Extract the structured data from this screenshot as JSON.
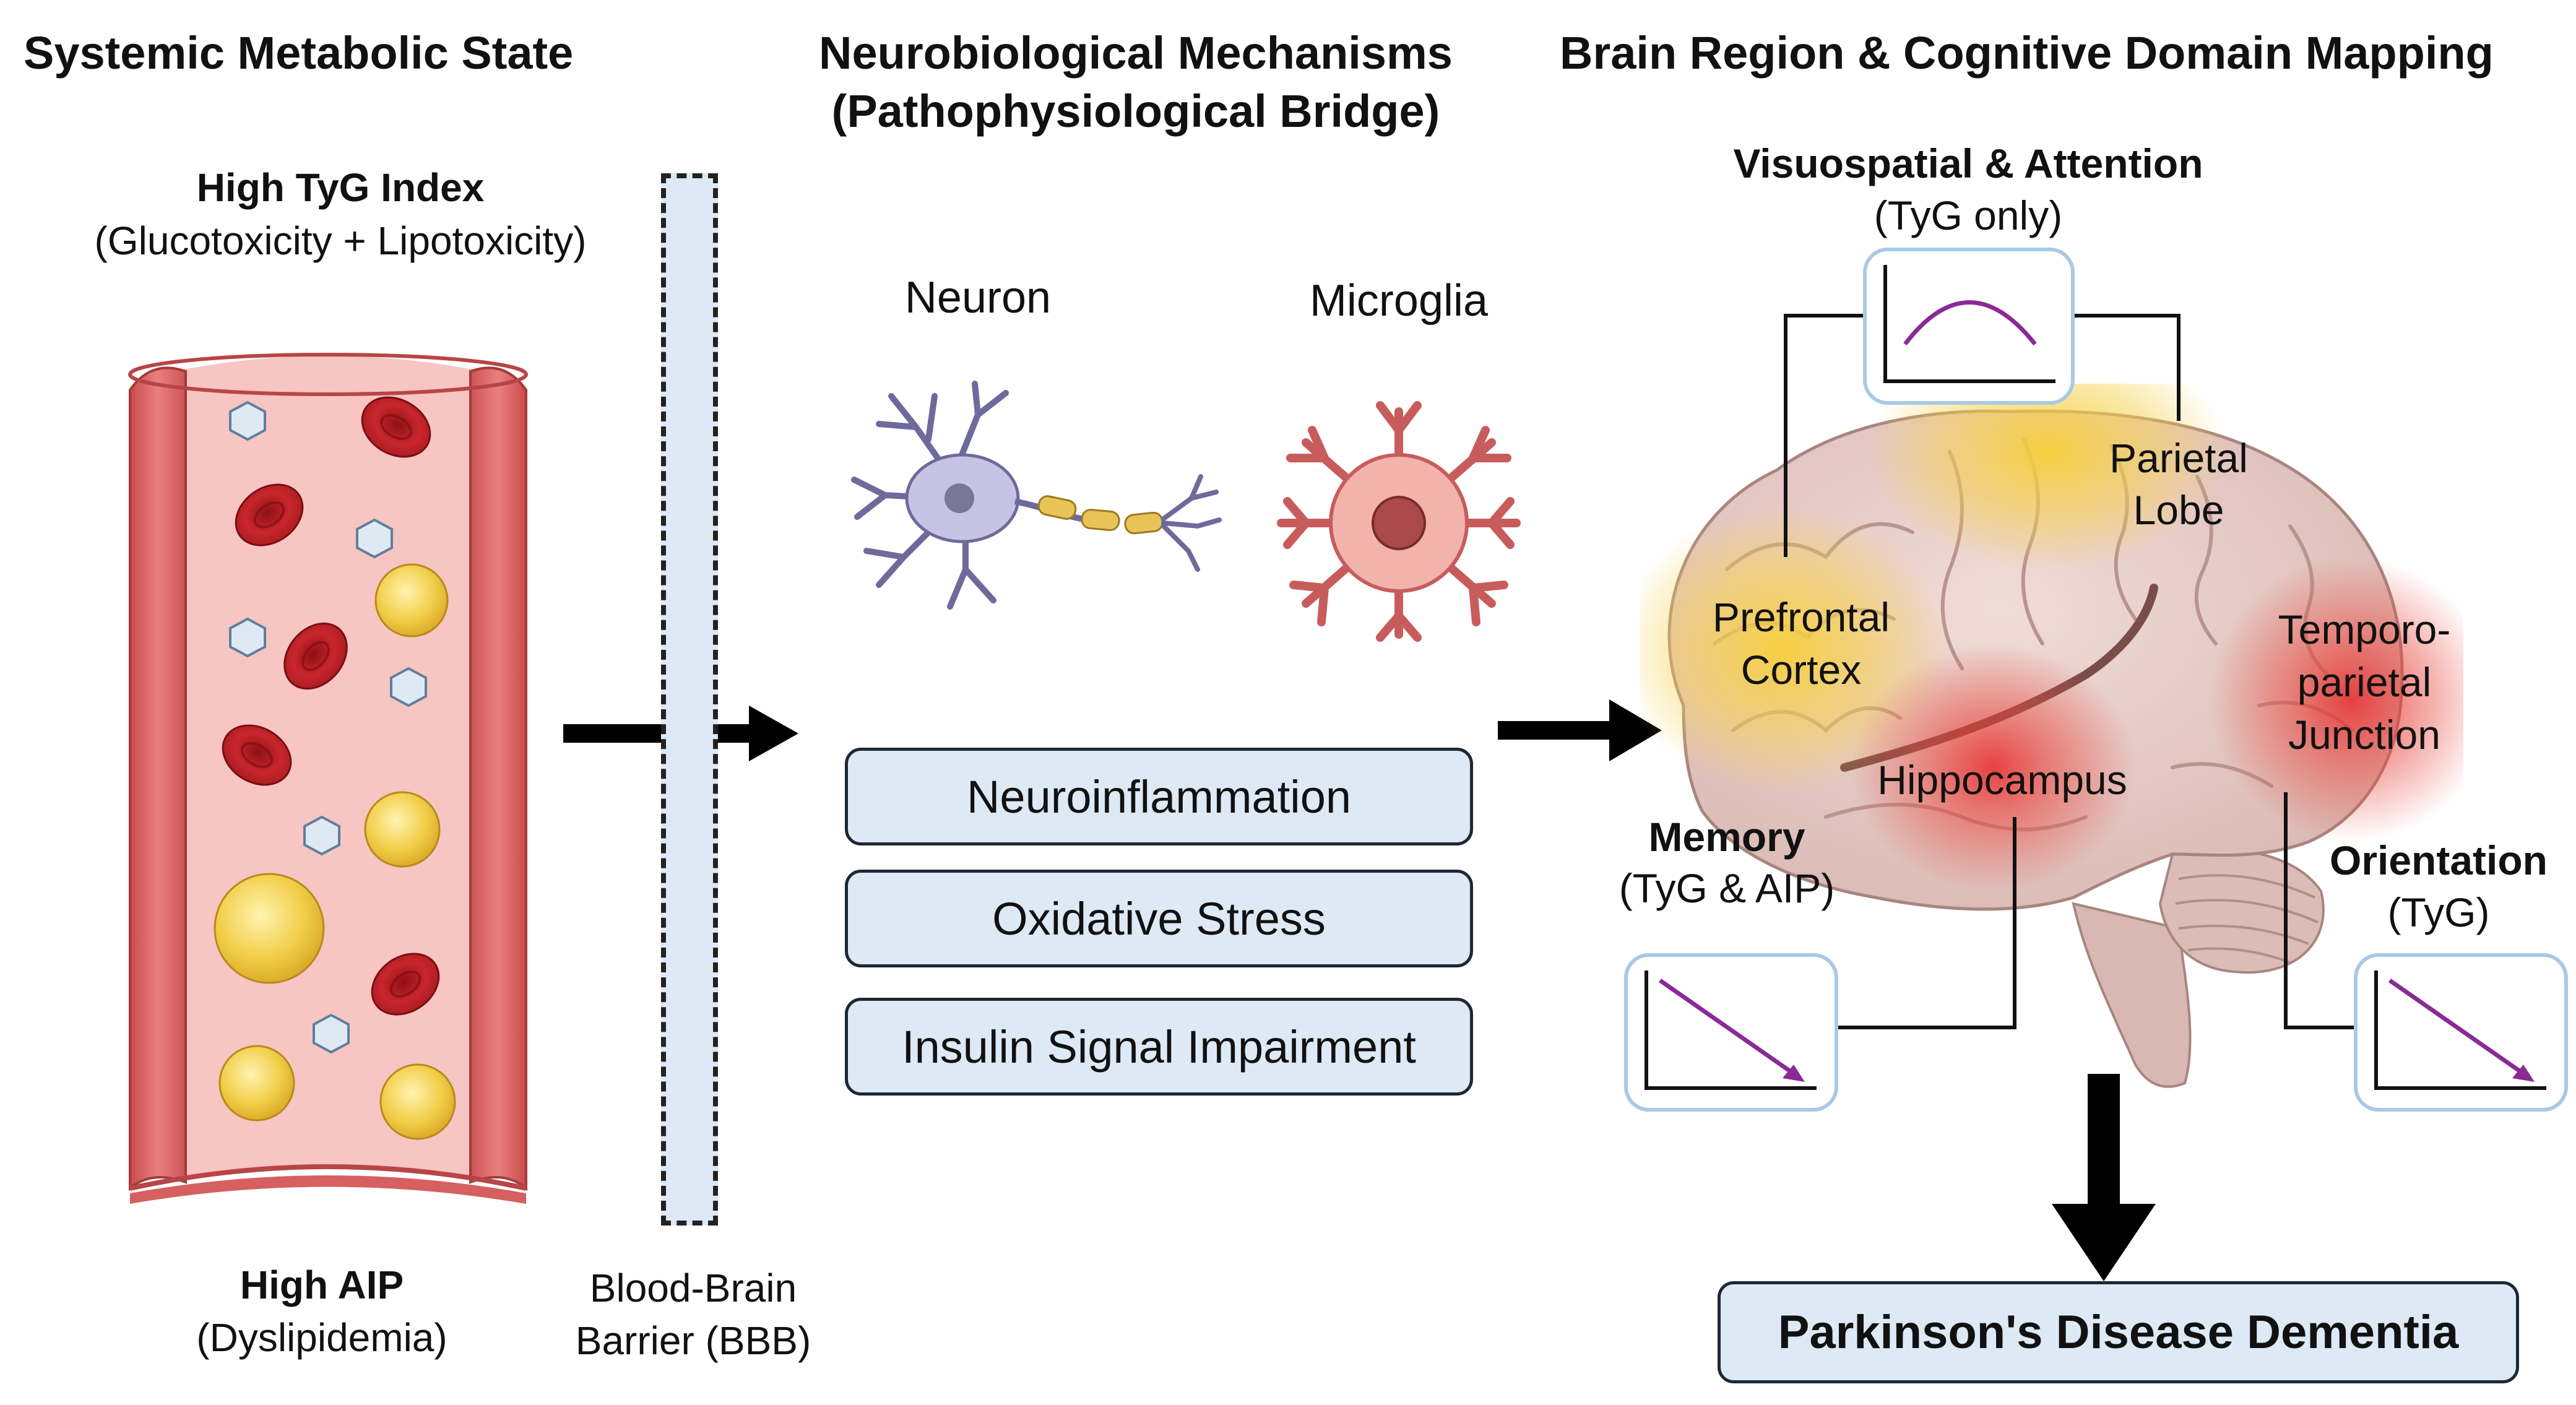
{
  "headers": {
    "left": "Systemic Metabolic State",
    "middle_line1": "Neurobiological Mechanisms",
    "middle_line2": "(Pathophysiological Bridge)",
    "right": "Brain Region & Cognitive Domain Mapping"
  },
  "vessel": {
    "top_title": "High TyG Index",
    "top_subtitle": "(Glucotoxicity + Lipotoxicity)",
    "bottom_title": "High AIP",
    "bottom_subtitle": "(Dyslipidemia)"
  },
  "barrier": {
    "line1": "Blood-Brain",
    "line2": "Barrier (BBB)"
  },
  "cells": {
    "neuron": "Neuron",
    "microglia": "Microglia"
  },
  "mechanisms": [
    "Neuroinflammation",
    "Oxidative Stress",
    "Insulin Signal Impairment"
  ],
  "regions": {
    "prefrontal": [
      "Prefrontal",
      "Cortex"
    ],
    "parietal": [
      "Parietal",
      "Lobe"
    ],
    "temporoparietal": [
      "Temporo-",
      "parietal",
      "Junction"
    ],
    "hippocampus": "Hippocampus"
  },
  "domains": {
    "visuospatial": {
      "title": "Visuospatial & Attention",
      "subtitle": "(TyG only)",
      "trend": "inverted-u"
    },
    "memory": {
      "title": "Memory",
      "subtitle": "(TyG & AIP)",
      "trend": "decreasing"
    },
    "orientation": {
      "title": "Orientation",
      "subtitle": "(TyG)",
      "trend": "decreasing"
    }
  },
  "outcome": "Parkinson's Disease Dementia",
  "colors": {
    "pill_fill": "#dde9f5",
    "pill_border": "#1d2833",
    "mini_border": "#a9c9e6",
    "trend_line": "#8a2a96",
    "rbc": "#c8262c",
    "lipid": "#f2cf4a",
    "glucose": "#dfe9f4",
    "vessel": "#e06a6a"
  }
}
